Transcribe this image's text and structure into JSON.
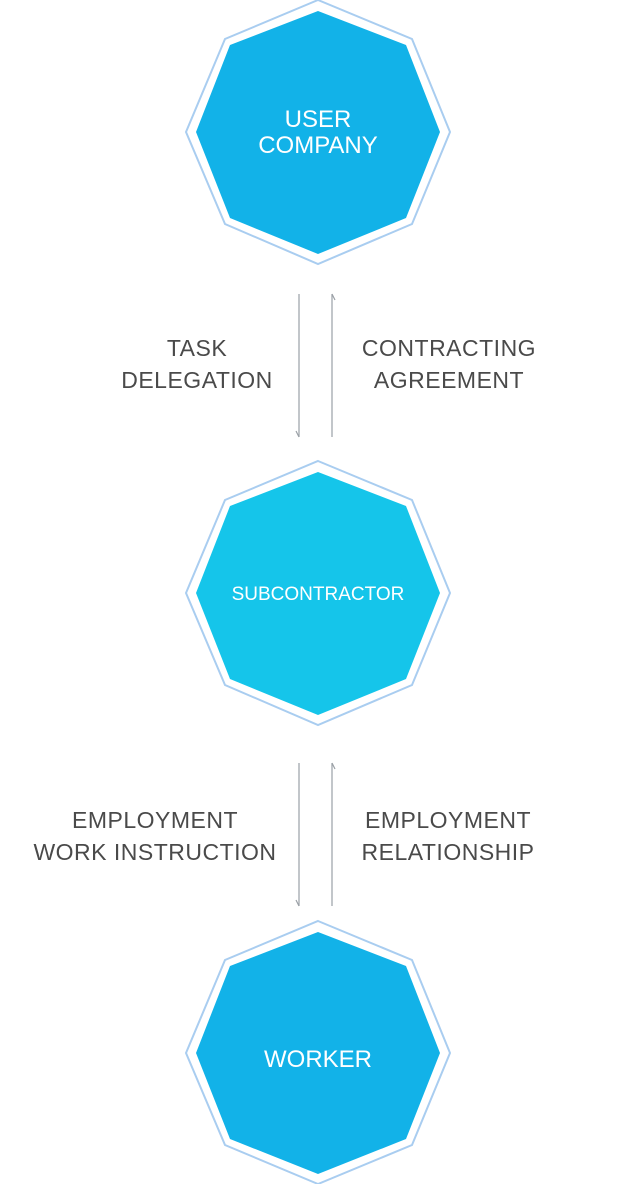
{
  "nodes": [
    {
      "id": "user-company",
      "lines": [
        "USER",
        "COMPANY"
      ],
      "fill": "#12b2e8"
    },
    {
      "id": "subcontractor",
      "lines": [
        "SUBCONTRACTOR"
      ],
      "fill": "#15c5ea"
    },
    {
      "id": "worker",
      "lines": [
        "WORKER"
      ],
      "fill": "#12b2e8"
    }
  ],
  "connections": [
    {
      "left_label": [
        "TASK",
        "DELEGATION"
      ],
      "right_label": [
        "CONTRACTING",
        "AGREEMENT"
      ]
    },
    {
      "left_label": [
        "EMPLOYMENT",
        "WORK INSTRUCTION"
      ],
      "right_label": [
        "EMPLOYMENT",
        "RELATIONSHIP"
      ]
    }
  ],
  "colors": {
    "outline": "#a9cdf0",
    "text_dark": "#4a4a4a",
    "arrow": "#9aa0a6"
  }
}
